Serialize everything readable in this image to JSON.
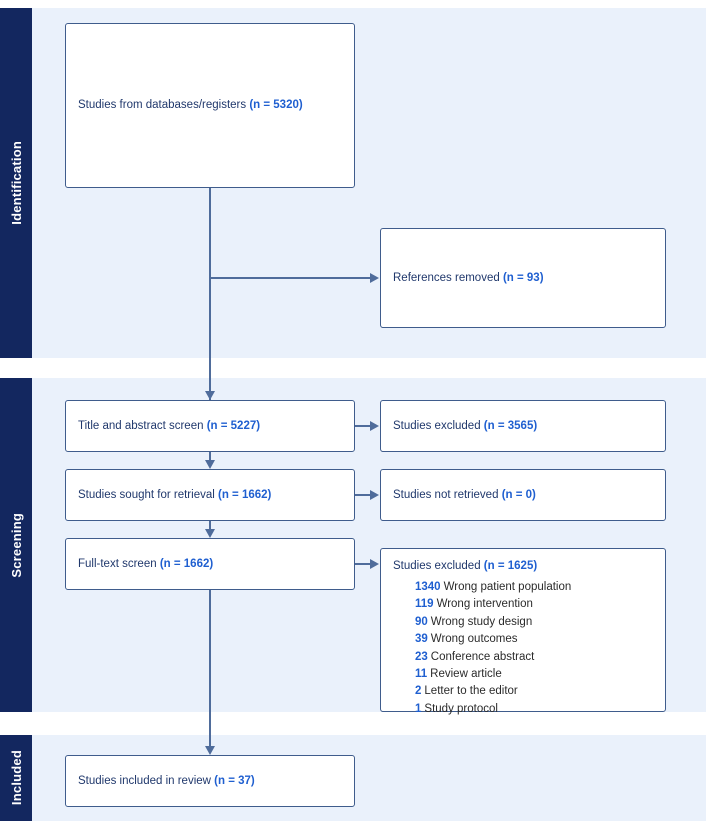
{
  "diagram": {
    "title": "PRISMA flow diagram",
    "colors": {
      "band_background": "#eaf1fb",
      "stage_label_background": "#13275f",
      "box_border": "#3f5c8c",
      "connector": "#4f6c9b",
      "label_text": "#20386c",
      "count_text": "#1f5fd0"
    }
  },
  "stages": {
    "identification": "Identification",
    "screening": "Screening",
    "included": "Included"
  },
  "boxes": {
    "databases": {
      "label": "Studies from databases/registers",
      "count": "(n = 5320)"
    },
    "references_removed": {
      "label": "References removed",
      "count": "(n = 93)"
    },
    "title_abstract_screen": {
      "label": "Title and abstract screen",
      "count": "(n = 5227)"
    },
    "excluded_title_abstract": {
      "label": "Studies excluded",
      "count": "(n = 3565)"
    },
    "sought_for_retrieval": {
      "label": "Studies sought for retrieval",
      "count": "(n = 1662)"
    },
    "not_retrieved": {
      "label": "Studies not retrieved",
      "count": "(n = 0)"
    },
    "full_text_screen": {
      "label": "Full-text screen",
      "count": "(n = 1662)"
    },
    "excluded_full_text": {
      "label": "Studies excluded",
      "count": "(n = 1625)",
      "reasons": [
        {
          "count": "1340",
          "reason": "Wrong patient population"
        },
        {
          "count": "119",
          "reason": "Wrong intervention"
        },
        {
          "count": "90",
          "reason": "Wrong study design"
        },
        {
          "count": "39",
          "reason": "Wrong outcomes"
        },
        {
          "count": "23",
          "reason": "Conference abstract"
        },
        {
          "count": "11",
          "reason": "Review article"
        },
        {
          "count": "2",
          "reason": "Letter to the editor"
        },
        {
          "count": "1",
          "reason": "Study protocol"
        }
      ]
    },
    "included_in_review": {
      "label": "Studies included in review",
      "count": "(n = 37)"
    }
  }
}
